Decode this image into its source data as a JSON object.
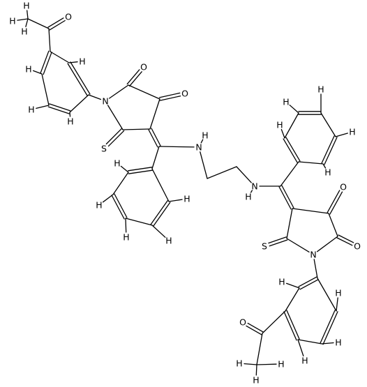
{
  "molecule": {
    "atoms": [
      {
        "id": "ac1_ch3",
        "el": "C",
        "label": ""
      },
      {
        "id": "ac1_h3a",
        "el": "H",
        "label": "H"
      },
      {
        "id": "ac1_h3b",
        "el": "H",
        "label": "H"
      },
      {
        "id": "ac1_h3c",
        "el": "H",
        "label": "H"
      },
      {
        "id": "ac1_co",
        "el": "C",
        "label": ""
      },
      {
        "id": "ac1_o",
        "el": "O",
        "label": "O"
      },
      {
        "id": "r1_c1",
        "el": "C",
        "label": ""
      },
      {
        "id": "r1_c2",
        "el": "C",
        "label": ""
      },
      {
        "id": "r1_c3",
        "el": "C",
        "label": ""
      },
      {
        "id": "r1_c4",
        "el": "C",
        "label": ""
      },
      {
        "id": "r1_c5",
        "el": "C",
        "label": ""
      },
      {
        "id": "r1_c6",
        "el": "C",
        "label": ""
      },
      {
        "id": "r1_h2",
        "el": "H",
        "label": "H"
      },
      {
        "id": "r1_h3",
        "el": "H",
        "label": "H"
      },
      {
        "id": "r1_h4",
        "el": "H",
        "label": "H"
      },
      {
        "id": "r1_h6",
        "el": "H",
        "label": "H"
      },
      {
        "id": "p1_n",
        "el": "N",
        "label": "N"
      },
      {
        "id": "p1_c2",
        "el": "C",
        "label": ""
      },
      {
        "id": "p1_o2",
        "el": "O",
        "label": "O"
      },
      {
        "id": "p1_c3",
        "el": "C",
        "label": ""
      },
      {
        "id": "p1_o3",
        "el": "O",
        "label": "O"
      },
      {
        "id": "p1_c4",
        "el": "C",
        "label": ""
      },
      {
        "id": "p1_c5",
        "el": "C",
        "label": ""
      },
      {
        "id": "p1_s",
        "el": "S",
        "label": "S"
      },
      {
        "id": "v1_c",
        "el": "C",
        "label": ""
      },
      {
        "id": "nh1",
        "el": "N",
        "label": "N"
      },
      {
        "id": "nh1_h",
        "el": "H",
        "label": "H"
      },
      {
        "id": "e_c1",
        "el": "C",
        "label": ""
      },
      {
        "id": "e_c2",
        "el": "C",
        "label": ""
      },
      {
        "id": "nh2",
        "el": "N",
        "label": "N"
      },
      {
        "id": "nh2_h",
        "el": "H",
        "label": "H"
      },
      {
        "id": "v2_c",
        "el": "C",
        "label": ""
      },
      {
        "id": "ph1_c1",
        "el": "C",
        "label": ""
      },
      {
        "id": "ph1_c2",
        "el": "C",
        "label": ""
      },
      {
        "id": "ph1_c3",
        "el": "C",
        "label": ""
      },
      {
        "id": "ph1_c4",
        "el": "C",
        "label": ""
      },
      {
        "id": "ph1_c5",
        "el": "C",
        "label": ""
      },
      {
        "id": "ph1_c6",
        "el": "C",
        "label": ""
      },
      {
        "id": "ph1_h2",
        "el": "H",
        "label": "H"
      },
      {
        "id": "ph1_h3",
        "el": "H",
        "label": "H"
      },
      {
        "id": "ph1_h4",
        "el": "H",
        "label": "H"
      },
      {
        "id": "ph1_h5",
        "el": "H",
        "label": "H"
      },
      {
        "id": "ph1_h6",
        "el": "H",
        "label": "H"
      },
      {
        "id": "ph2_c1",
        "el": "C",
        "label": ""
      },
      {
        "id": "ph2_c2",
        "el": "C",
        "label": ""
      },
      {
        "id": "ph2_c3",
        "el": "C",
        "label": ""
      },
      {
        "id": "ph2_c4",
        "el": "C",
        "label": ""
      },
      {
        "id": "ph2_c5",
        "el": "C",
        "label": ""
      },
      {
        "id": "ph2_c6",
        "el": "C",
        "label": ""
      },
      {
        "id": "ph2_h2",
        "el": "H",
        "label": "H"
      },
      {
        "id": "ph2_h3",
        "el": "H",
        "label": "H"
      },
      {
        "id": "ph2_h4",
        "el": "H",
        "label": "H"
      },
      {
        "id": "ph2_h5",
        "el": "H",
        "label": "H"
      },
      {
        "id": "ph2_h6",
        "el": "H",
        "label": "H"
      },
      {
        "id": "p2_c4",
        "el": "C",
        "label": ""
      },
      {
        "id": "p2_c3",
        "el": "C",
        "label": ""
      },
      {
        "id": "p2_o3",
        "el": "O",
        "label": "O"
      },
      {
        "id": "p2_c2",
        "el": "C",
        "label": ""
      },
      {
        "id": "p2_o2",
        "el": "O",
        "label": "O"
      },
      {
        "id": "p2_n",
        "el": "N",
        "label": "N"
      },
      {
        "id": "p2_c5",
        "el": "C",
        "label": ""
      },
      {
        "id": "p2_s",
        "el": "S",
        "label": "S"
      },
      {
        "id": "r2_c1",
        "el": "C",
        "label": ""
      },
      {
        "id": "r2_c2",
        "el": "C",
        "label": ""
      },
      {
        "id": "r2_c3",
        "el": "C",
        "label": ""
      },
      {
        "id": "r2_c4",
        "el": "C",
        "label": ""
      },
      {
        "id": "r2_c5",
        "el": "C",
        "label": ""
      },
      {
        "id": "r2_c6",
        "el": "C",
        "label": ""
      },
      {
        "id": "r2_h2",
        "el": "H",
        "label": "H"
      },
      {
        "id": "r2_h4",
        "el": "H",
        "label": "H"
      },
      {
        "id": "r2_h5",
        "el": "H",
        "label": "H"
      },
      {
        "id": "r2_h6",
        "el": "H",
        "label": "H"
      },
      {
        "id": "ac2_co",
        "el": "C",
        "label": ""
      },
      {
        "id": "ac2_o",
        "el": "O",
        "label": "O"
      },
      {
        "id": "ac2_ch3",
        "el": "C",
        "label": ""
      },
      {
        "id": "ac2_h3a",
        "el": "H",
        "label": "H"
      },
      {
        "id": "ac2_h3b",
        "el": "H",
        "label": "H"
      },
      {
        "id": "ac2_h3c",
        "el": "H",
        "label": "H"
      }
    ],
    "bonds": [
      {
        "a": "ac1_ch3",
        "b": "ac1_h3a",
        "order": 1
      },
      {
        "a": "ac1_ch3",
        "b": "ac1_h3b",
        "order": 1
      },
      {
        "a": "ac1_ch3",
        "b": "ac1_h3c",
        "order": 1
      },
      {
        "a": "ac1_ch3",
        "b": "ac1_co",
        "order": 1
      },
      {
        "a": "ac1_co",
        "b": "ac1_o",
        "order": 2
      },
      {
        "a": "ac1_co",
        "b": "r1_c3",
        "order": 1
      },
      {
        "a": "r1_c1",
        "b": "r1_c2",
        "order": 2
      },
      {
        "a": "r1_c2",
        "b": "r1_c3",
        "order": 1
      },
      {
        "a": "r1_c3",
        "b": "r1_c4",
        "order": 2
      },
      {
        "a": "r1_c4",
        "b": "r1_c5",
        "order": 1
      },
      {
        "a": "r1_c5",
        "b": "r1_c6",
        "order": 2
      },
      {
        "a": "r1_c6",
        "b": "r1_c1",
        "order": 1
      },
      {
        "a": "r1_c2",
        "b": "r1_h2",
        "order": 1
      },
      {
        "a": "r1_c4",
        "b": "r1_h3",
        "order": 1
      },
      {
        "a": "r1_c5",
        "b": "r1_h4",
        "order": 1
      },
      {
        "a": "r1_c6",
        "b": "r1_h6",
        "order": 1
      },
      {
        "a": "r1_c1",
        "b": "p1_n",
        "order": 1
      },
      {
        "a": "p1_n",
        "b": "p1_c2",
        "order": 1
      },
      {
        "a": "p1_c2",
        "b": "p1_o2",
        "order": 2
      },
      {
        "a": "p1_c2",
        "b": "p1_c3",
        "order": 1
      },
      {
        "a": "p1_c3",
        "b": "p1_o3",
        "order": 2
      },
      {
        "a": "p1_c3",
        "b": "p1_c4",
        "order": 1
      },
      {
        "a": "p1_c4",
        "b": "p1_c5",
        "order": 1
      },
      {
        "a": "p1_c5",
        "b": "p1_n",
        "order": 1
      },
      {
        "a": "p1_c5",
        "b": "p1_s",
        "order": 2
      },
      {
        "a": "p1_c4",
        "b": "v1_c",
        "order": 2
      },
      {
        "a": "v1_c",
        "b": "nh1",
        "order": 1
      },
      {
        "a": "v1_c",
        "b": "ph1_c1",
        "order": 1
      },
      {
        "a": "nh1",
        "b": "nh1_h",
        "order": 1
      },
      {
        "a": "nh1",
        "b": "e_c1",
        "order": 1
      },
      {
        "a": "e_c1",
        "b": "e_c2",
        "order": 1
      },
      {
        "a": "e_c2",
        "b": "nh2",
        "order": 1
      },
      {
        "a": "nh2",
        "b": "nh2_h",
        "order": 1
      },
      {
        "a": "nh2",
        "b": "v2_c",
        "order": 1
      },
      {
        "a": "ph1_c1",
        "b": "ph1_c2",
        "order": 2
      },
      {
        "a": "ph1_c2",
        "b": "ph1_c3",
        "order": 1
      },
      {
        "a": "ph1_c3",
        "b": "ph1_c4",
        "order": 2
      },
      {
        "a": "ph1_c4",
        "b": "ph1_c5",
        "order": 1
      },
      {
        "a": "ph1_c5",
        "b": "ph1_c6",
        "order": 2
      },
      {
        "a": "ph1_c6",
        "b": "ph1_c1",
        "order": 1
      },
      {
        "a": "ph1_c2",
        "b": "ph1_h2",
        "order": 1
      },
      {
        "a": "ph1_c3",
        "b": "ph1_h3",
        "order": 1
      },
      {
        "a": "ph1_c4",
        "b": "ph1_h4",
        "order": 1
      },
      {
        "a": "ph1_c5",
        "b": "ph1_h5",
        "order": 1
      },
      {
        "a": "ph1_c6",
        "b": "ph1_h6",
        "order": 1
      },
      {
        "a": "v2_c",
        "b": "ph2_c1",
        "order": 1
      },
      {
        "a": "ph2_c1",
        "b": "ph2_c2",
        "order": 2
      },
      {
        "a": "ph2_c2",
        "b": "ph2_c3",
        "order": 1
      },
      {
        "a": "ph2_c3",
        "b": "ph2_c4",
        "order": 2
      },
      {
        "a": "ph2_c4",
        "b": "ph2_c5",
        "order": 1
      },
      {
        "a": "ph2_c5",
        "b": "ph2_c6",
        "order": 2
      },
      {
        "a": "ph2_c6",
        "b": "ph2_c1",
        "order": 1
      },
      {
        "a": "ph2_c2",
        "b": "ph2_h2",
        "order": 1
      },
      {
        "a": "ph2_c3",
        "b": "ph2_h3",
        "order": 1
      },
      {
        "a": "ph2_c4",
        "b": "ph2_h4",
        "order": 1
      },
      {
        "a": "ph2_c5",
        "b": "ph2_h5",
        "order": 1
      },
      {
        "a": "ph2_c6",
        "b": "ph2_h6",
        "order": 1
      },
      {
        "a": "v2_c",
        "b": "p2_c4",
        "order": 2
      },
      {
        "a": "p2_c4",
        "b": "p2_c3",
        "order": 1
      },
      {
        "a": "p2_c3",
        "b": "p2_o3",
        "order": 2
      },
      {
        "a": "p2_c3",
        "b": "p2_c2",
        "order": 1
      },
      {
        "a": "p2_c2",
        "b": "p2_o2",
        "order": 2
      },
      {
        "a": "p2_c2",
        "b": "p2_n",
        "order": 1
      },
      {
        "a": "p2_n",
        "b": "p2_c5",
        "order": 1
      },
      {
        "a": "p2_c5",
        "b": "p2_c4",
        "order": 1
      },
      {
        "a": "p2_c5",
        "b": "p2_s",
        "order": 2
      },
      {
        "a": "p2_n",
        "b": "r2_c1",
        "order": 1
      },
      {
        "a": "r2_c1",
        "b": "r2_c2",
        "order": 2
      },
      {
        "a": "r2_c2",
        "b": "r2_c3",
        "order": 1
      },
      {
        "a": "r2_c3",
        "b": "r2_c4",
        "order": 2
      },
      {
        "a": "r2_c4",
        "b": "r2_c5",
        "order": 1
      },
      {
        "a": "r2_c5",
        "b": "r2_c6",
        "order": 2
      },
      {
        "a": "r2_c6",
        "b": "r2_c1",
        "order": 1
      },
      {
        "a": "r2_c2",
        "b": "r2_h2",
        "order": 1
      },
      {
        "a": "r2_c4",
        "b": "r2_h4",
        "order": 1
      },
      {
        "a": "r2_c5",
        "b": "r2_h5",
        "order": 1
      },
      {
        "a": "r2_c6",
        "b": "r2_h6",
        "order": 1
      },
      {
        "a": "r2_c3",
        "b": "ac2_co",
        "order": 1
      },
      {
        "a": "ac2_co",
        "b": "ac2_o",
        "order": 2
      },
      {
        "a": "ac2_co",
        "b": "ac2_ch3",
        "order": 1
      },
      {
        "a": "ac2_ch3",
        "b": "ac2_h3a",
        "order": 1
      },
      {
        "a": "ac2_ch3",
        "b": "ac2_h3b",
        "order": 1
      },
      {
        "a": "ac2_ch3",
        "b": "ac2_h3c",
        "order": 1
      }
    ]
  }
}
